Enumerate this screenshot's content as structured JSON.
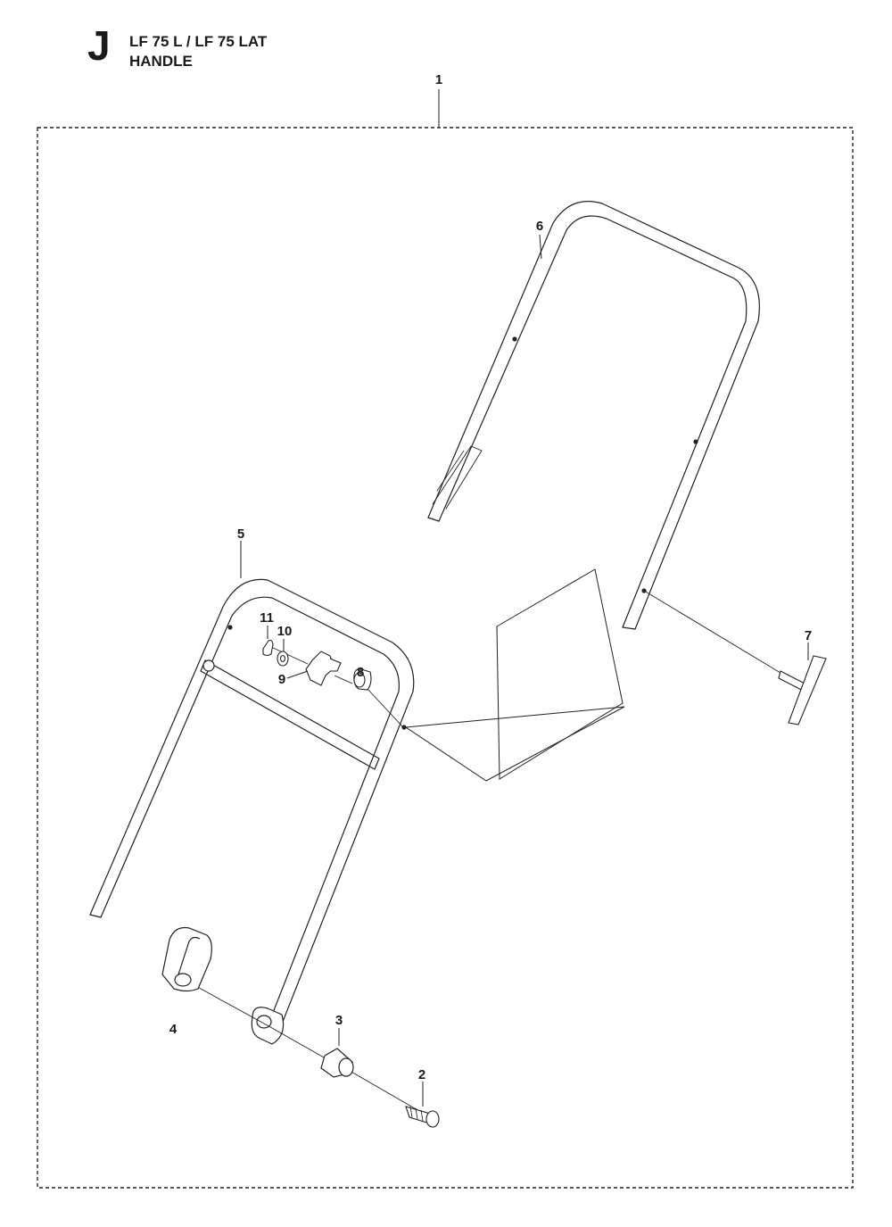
{
  "header": {
    "section_letter": "J",
    "model": "LF 75 L / LF 75 LAT",
    "part_group": "HANDLE"
  },
  "callouts": [
    "1",
    "2",
    "3",
    "4",
    "5",
    "6",
    "7",
    "8",
    "9",
    "10",
    "11"
  ]
}
